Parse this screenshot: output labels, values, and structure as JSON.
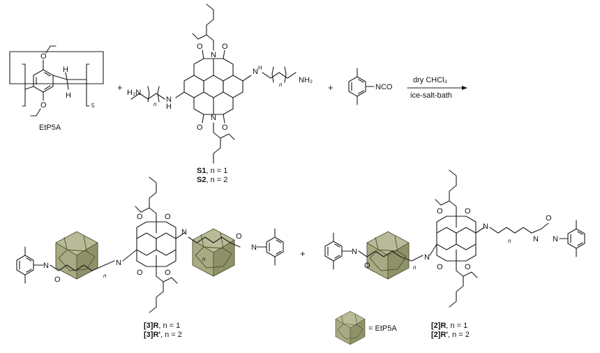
{
  "reagents": {
    "macrocycle_label": "EtP5A",
    "macrocycle_repeat": "5",
    "plus1": "+",
    "plus2": "+",
    "plus3": "+",
    "isocyanate_group": "NCO",
    "amine_left": "H₂N",
    "amine_right": "NH₂",
    "axle_n": "n"
  },
  "conditions": {
    "reagent": "dry CHCl₃",
    "temperature": "ice-salt-bath"
  },
  "axle_labels": {
    "s1_name": "S1",
    "s1_n": ", n = 1",
    "s2_name": "S2",
    "s2_n": ", n = 2"
  },
  "products": {
    "three_r_name": "[3]R",
    "three_r_n": ", n = 1",
    "three_rp_name": "[3]R'",
    "three_rp_n": ", n = 2",
    "two_r_name": "[2]R",
    "two_r_n": ", n = 1",
    "two_rp_name": "[2]R'",
    "two_rp_n": ", n = 2"
  },
  "legend": {
    "equals_text": "= EtP5A"
  },
  "atoms": {
    "N": "N",
    "O": "O",
    "H": "H"
  },
  "colors": {
    "cube_light": "#b9bb98",
    "cube_mid": "#a8aa84",
    "cube_dark": "#8f9268",
    "ink": "#111111"
  }
}
